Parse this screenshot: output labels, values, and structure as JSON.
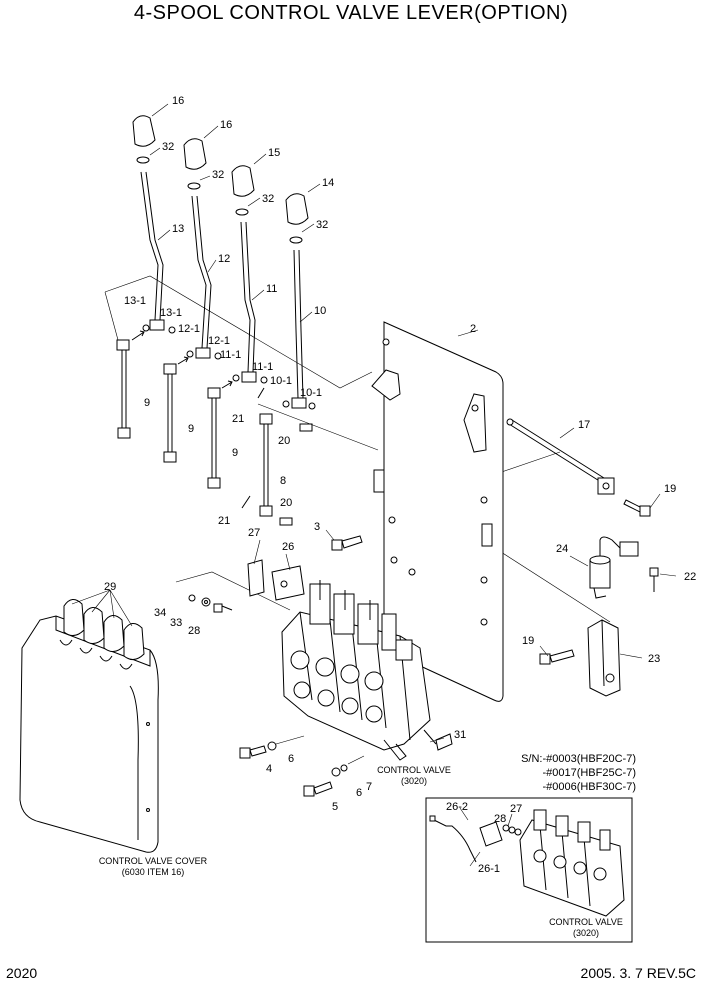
{
  "title": "4-SPOOL CONTROL VALVE LEVER(OPTION)",
  "page_number": "2020",
  "revision": "2005. 3. 7 REV.5C",
  "serial_note": [
    "S/N:-#0003(HBF20C-7)",
    "-#0017(HBF25C-7)",
    "-#0006(HBF30C-7)"
  ],
  "captions": {
    "control_valve_main": [
      "CONTROL VALVE",
      "(3020)"
    ],
    "control_valve_inset": [
      "CONTROL VALVE",
      "(3020)"
    ],
    "control_valve_cover": [
      "CONTROL VALVE COVER",
      "(6030 ITEM 16)"
    ]
  },
  "callouts": {
    "c16a": "16",
    "c16b": "16",
    "c15": "15",
    "c14": "14",
    "c32a": "32",
    "c32b": "32",
    "c32c": "32",
    "c32d": "32",
    "c13": "13",
    "c12": "12",
    "c11": "11",
    "c10": "10",
    "c13_1a": "13-1",
    "c13_1b": "13-1",
    "c12_1a": "12-1",
    "c12_1b": "12-1",
    "c11_1a": "11-1",
    "c11_1b": "11-1",
    "c10_1a": "10-1",
    "c10_1b": "10-1",
    "c9a": "9",
    "c9b": "9",
    "c9c": "9",
    "c21a": "21",
    "c21b": "21",
    "c20a": "20",
    "c20b": "20",
    "c8": "8",
    "c2": "2",
    "c17": "17",
    "c19a": "19",
    "c19b": "19",
    "c3": "3",
    "c27": "27",
    "c26": "26",
    "c24": "24",
    "c22": "22",
    "c23": "23",
    "c29": "29",
    "c34": "34",
    "c33": "33",
    "c28": "28",
    "c31": "31",
    "c4": "4",
    "c6a": "6",
    "c6b": "6",
    "c7": "7",
    "c5": "5",
    "c26_2": "26-2",
    "c27i": "27",
    "c28i": "28",
    "c26_1": "26-1"
  }
}
